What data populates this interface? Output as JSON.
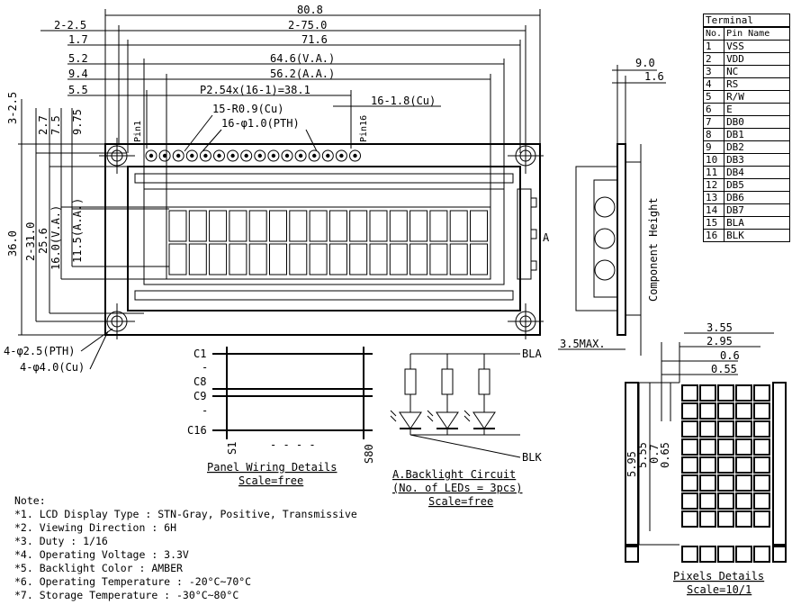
{
  "dimensions": {
    "overall_width": "80.8",
    "width_2": "2-75.0",
    "left_2": "2-2.5",
    "w716": "71.6",
    "left_17": "1.7",
    "va_width": "64.6(V.A.)",
    "left_52": "5.2",
    "aa_width": "56.2(A.A.)",
    "left_94": "9.4",
    "pitch": "P2.54x(16-1)=38.1",
    "left_55": "5.5",
    "pad_r": "15-R0.9(Cu)",
    "pth": "16-φ1.0(PTH)",
    "cu": "16-1.8(Cu)",
    "pin1": "Pin1",
    "pin16": "Pin16",
    "v325": "3-2.5",
    "v27": "2.7",
    "v75": "7.5",
    "v975": "9.75",
    "height": "36.0",
    "h310": "2-31.0",
    "h256": "25.6",
    "h16va": "16.0(V.A.)",
    "h115aa": "11.5(A.A.)",
    "hole_pth": "4-φ2.5(PTH)",
    "hole_cu": "4-φ4.0(Cu)",
    "side_90": "9.0",
    "side_16": "1.6",
    "side_max": "3.5MAX.",
    "component_height": "Component Height",
    "view_a": "A"
  },
  "wiring": {
    "c1": "C1",
    "c8": "C8",
    "c9": "C9",
    "c16": "C16",
    "s1": "S1",
    "s80": "S80",
    "dashes": "- - - -",
    "title": "Panel Wiring Details",
    "scale": "Scale=free"
  },
  "backlight": {
    "bla": "BLA",
    "blk": "BLK",
    "title": "A.Backlight Circuit",
    "subtitle": "(No. of LEDs = 3pcs)",
    "scale": "Scale=free"
  },
  "pixels": {
    "d355": "3.55",
    "d295": "2.95",
    "d06": "0.6",
    "d055": "0.55",
    "d595": "5.95",
    "d555": "5.55",
    "d07": "0.7",
    "d065": "0.65",
    "title": "Pixels Details",
    "scale": "Scale=10/1"
  },
  "notes": {
    "heading": "Note:",
    "items": [
      "*1. LCD Display Type : STN-Gray, Positive, Transmissive",
      "*2. Viewing Direction : 6H",
      "*3. Duty : 1/16",
      "*4. Operating Voltage : 3.3V",
      "*5. Backlight Color : AMBER",
      "*6. Operating Temperature : -20°C~70°C",
      "*7. Storage Temperature : -30°C~80°C"
    ]
  },
  "terminal": {
    "title": "Terminal",
    "col_no": "No.",
    "col_name": "Pin Name",
    "rows": [
      {
        "no": "1",
        "name": "VSS"
      },
      {
        "no": "2",
        "name": "VDD"
      },
      {
        "no": "3",
        "name": "NC"
      },
      {
        "no": "4",
        "name": "RS"
      },
      {
        "no": "5",
        "name": "R/W"
      },
      {
        "no": "6",
        "name": "E"
      },
      {
        "no": "7",
        "name": "DB0"
      },
      {
        "no": "8",
        "name": "DB1"
      },
      {
        "no": "9",
        "name": "DB2"
      },
      {
        "no": "10",
        "name": "DB3"
      },
      {
        "no": "11",
        "name": "DB4"
      },
      {
        "no": "12",
        "name": "DB5"
      },
      {
        "no": "13",
        "name": "DB6"
      },
      {
        "no": "14",
        "name": "DB7"
      },
      {
        "no": "15",
        "name": "BLA"
      },
      {
        "no": "16",
        "name": "BLK"
      }
    ]
  }
}
